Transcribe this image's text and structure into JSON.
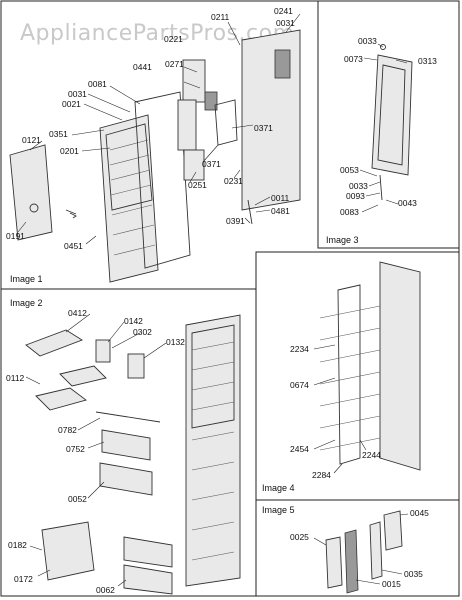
{
  "watermark": "AppliancePartsPros.com",
  "panels": [
    {
      "id": "img1",
      "title": "Image 1"
    },
    {
      "id": "img2",
      "title": "Image 2"
    },
    {
      "id": "img3",
      "title": "Image 3"
    },
    {
      "id": "img4",
      "title": "Image 4"
    },
    {
      "id": "img5",
      "title": "Image 5"
    }
  ],
  "callouts": [
    "0211",
    "0241",
    "0031",
    "0221",
    "0441",
    "0271",
    "0081",
    "0031",
    "0021",
    "0351",
    "0121",
    "0201",
    "0371",
    "0371",
    "0251",
    "0231",
    "0011",
    "0481",
    "0391",
    "0191",
    "0451",
    "0033",
    "0073",
    "0313",
    "0053",
    "0033",
    "0093",
    "0043",
    "0083",
    "0412",
    "0142",
    "0302",
    "0132",
    "0112",
    "0782",
    "0752",
    "0052",
    "0182",
    "0172",
    "0062",
    "2234",
    "0674",
    "2454",
    "2244",
    "2284",
    "0025",
    "0045",
    "0015",
    "0035"
  ]
}
